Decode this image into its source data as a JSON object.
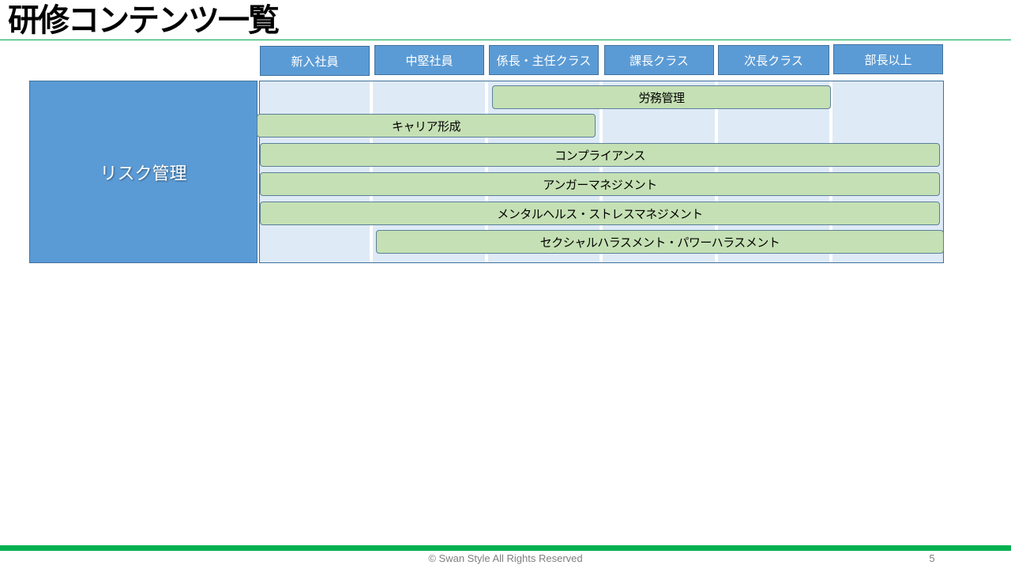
{
  "slide": {
    "title": "研修コンテンツ一覧",
    "footer": "© Swan Style All Rights Reserved",
    "page_number": "5"
  },
  "columns": [
    "新入社員",
    "中堅社員",
    "係長・主任クラス",
    "課長クラス",
    "次長クラス",
    "部長以上"
  ],
  "category": "リスク管理",
  "programs": [
    {
      "label": "労務管理",
      "from_level": "係長・主任クラス",
      "to_level": "次長クラス"
    },
    {
      "label": "キャリア形成",
      "from_level": "新入社員",
      "to_level": "係長・主任クラス"
    },
    {
      "label": "コンプライアンス",
      "from_level": "新入社員",
      "to_level": "部長以上"
    },
    {
      "label": "アンガーマネジメント",
      "from_level": "新入社員",
      "to_level": "部長以上"
    },
    {
      "label": "メンタルヘルス・ストレスマネジメント",
      "from_level": "新入社員",
      "to_level": "部長以上"
    },
    {
      "label": "セクシャルハラスメント・パワーハラスメント",
      "from_level": "中堅社員",
      "to_level": "部長以上"
    }
  ],
  "colors": {
    "header_fill": "#5b9bd5",
    "column_band": "#deeaf6",
    "program_fill": "#c5e0b4",
    "accent_green": "#00b050"
  }
}
